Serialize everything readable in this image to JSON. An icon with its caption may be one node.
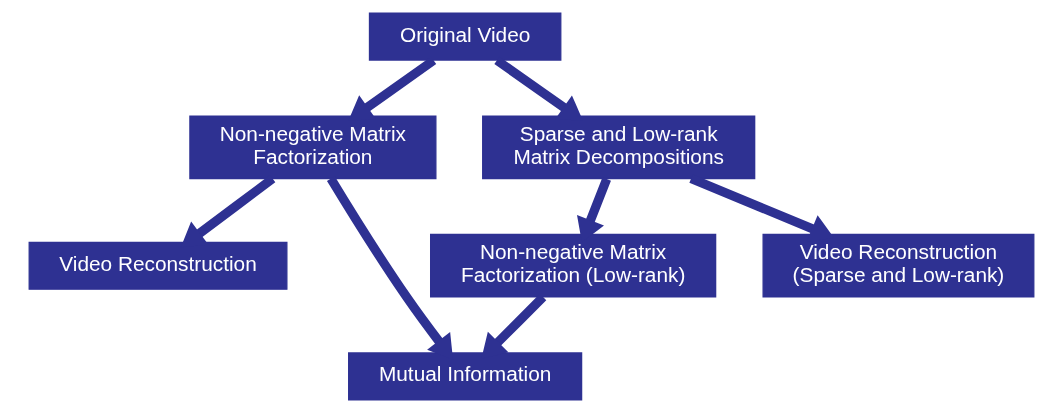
{
  "diagram": {
    "nodes": [
      {
        "text": [
          "Original Video"
        ]
      },
      {
        "text": [
          "Non-negative Matrix Factorization"
        ]
      },
      {
        "text": [
          "Sparse and Low-rank Matrix Decompositions"
        ]
      },
      {
        "text": [
          "Video Reconstruction"
        ]
      },
      {
        "text": [
          "Non-negative Matrix Factorization (Low-rank)"
        ]
      },
      {
        "text": [
          "Video Reconstruction (Sparse and Low-rank)"
        ]
      },
      {
        "text": [
          "Mutual Information"
        ]
      }
    ],
    "edges": [
      {
        "from": 0,
        "to": 1,
        "arrow": "to"
      },
      {
        "from": 0,
        "to": 2,
        "arrow": "to"
      },
      {
        "from": 1,
        "to": 3,
        "arrow": "to"
      },
      {
        "from": 1,
        "to": 6,
        "arrow": "to"
      },
      {
        "from": 2,
        "to": 4,
        "arrow": "to"
      },
      {
        "from": 2,
        "to": 5,
        "arrow": "to"
      },
      {
        "from": 4,
        "to": 6,
        "arrow": "to"
      }
    ]
  }
}
